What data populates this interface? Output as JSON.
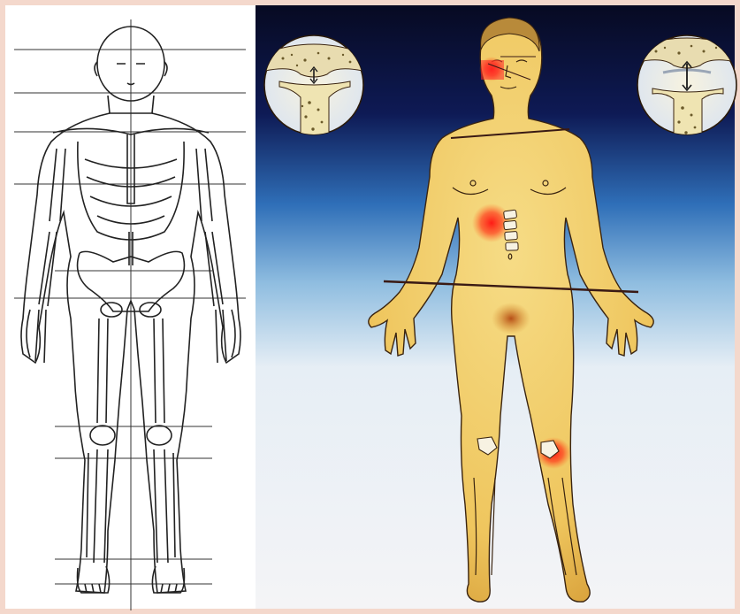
{
  "panels": [
    {
      "id": "skeleton-panel",
      "background": "#ffffff"
    },
    {
      "id": "body-panel",
      "background_top": "#0a0f2e",
      "background_mid": "#2f6fb8",
      "background_bottom": "#f4f4f6"
    }
  ],
  "colors": {
    "frame": "#f4d8cc",
    "skin": "#f2cf6a",
    "skin_shadow": "#c48a2c",
    "outline": "#2a1a0a",
    "pain_red": "#ff1a1a",
    "bone_cream": "#f5eed2",
    "marrow": "#6b5a2a"
  },
  "highlights": [
    "face",
    "lower-back",
    "groin",
    "right-knee"
  ],
  "insets": [
    "joint-narrowed",
    "joint-normal"
  ]
}
